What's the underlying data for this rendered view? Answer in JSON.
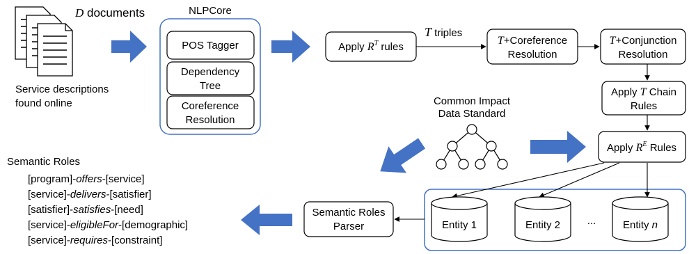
{
  "documents": {
    "label_var": "D",
    "label_text": " documents",
    "caption_line1": "Service descriptions",
    "caption_line2": "found online"
  },
  "nlpcore": {
    "title": "NLPCore",
    "pos_tagger": "POS Tagger",
    "dependency_line1": "Dependency",
    "dependency_line2": "Tree",
    "coref_line1": "Coreference",
    "coref_line2": "Resolution"
  },
  "apply_rt": {
    "prefix": "Apply ",
    "var": "R",
    "sup": "T",
    "suffix": " rules"
  },
  "triples": {
    "var": "T",
    "text": " triples"
  },
  "coref_box": {
    "var": "T",
    "line1_rest": "+Coreference",
    "line2": "Resolution"
  },
  "conj_box": {
    "var": "T",
    "line1_rest": "+Conjunction",
    "line2": "Resolution"
  },
  "chain_box": {
    "prefix": "Apply ",
    "var": "T",
    "line1_rest": " Chain",
    "line2": "Rules"
  },
  "apply_re": {
    "prefix": "Apply ",
    "var": "R",
    "sup": "E",
    "suffix": " Rules"
  },
  "cids": {
    "line1": "Common Impact",
    "line2": "Data Standard"
  },
  "entities": {
    "e1": "Entity 1",
    "e2": "Entity 2",
    "ellipsis": "...",
    "en_prefix": "Entity ",
    "en_var": "n"
  },
  "parser": {
    "line1": "Semantic Roles",
    "line2": "Parser"
  },
  "semantic_roles": {
    "title": "Semantic Roles",
    "rows": [
      {
        "a": "[program]-",
        "verb": "offers",
        "b": "-[service]"
      },
      {
        "a": "[service]-",
        "verb": "delivers",
        "b": "-[satisfier]"
      },
      {
        "a": "[satisfier]-",
        "verb": "satisfies",
        "b": "-[need]"
      },
      {
        "a": "[service]-",
        "verb": "eligibleFor",
        "b": "-[demographic]"
      },
      {
        "a": "[service]-",
        "verb": "requires",
        "b": "-[constraint]"
      }
    ]
  },
  "colors": {
    "accent": "#4472c4",
    "line": "#000000"
  }
}
